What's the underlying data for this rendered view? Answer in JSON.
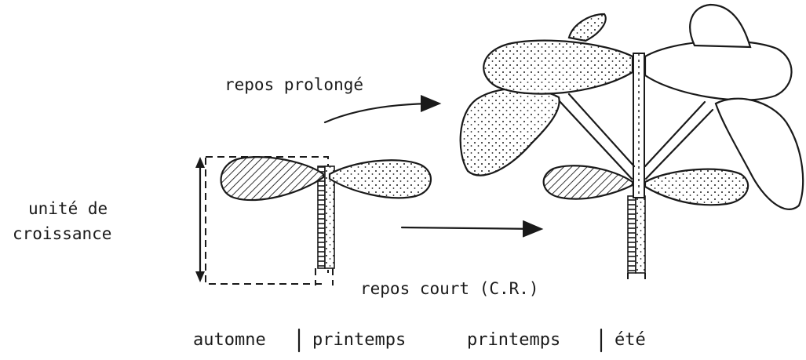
{
  "labels": {
    "unite_line1": "unité de",
    "unite_line2": "croissance",
    "repos_prolonge": "repos prolongé",
    "repos_court": "repos court (C.R.)"
  },
  "seasons": {
    "left_before": "automne",
    "left_after": "printemps",
    "right_before": "printemps",
    "right_after": "été"
  }
}
